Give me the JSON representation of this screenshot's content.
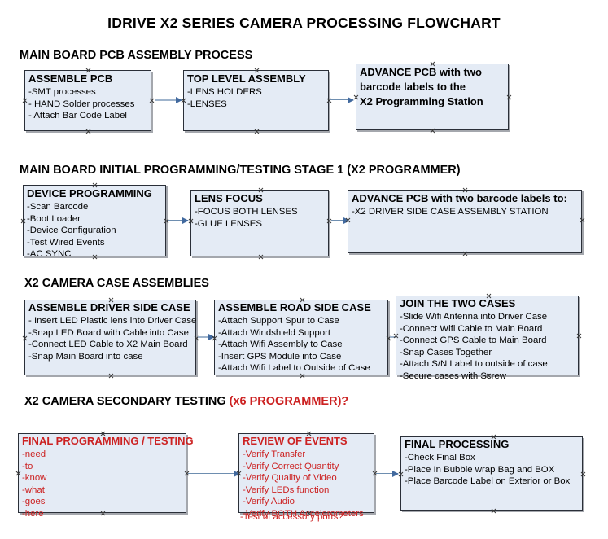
{
  "document": {
    "title": "IDRIVE X2  SERIES CAMERA PROCESSING FLOWCHART"
  },
  "sections": [
    {
      "id": "main-board-pcb-assembly",
      "heading": "MAIN BOARD PCB ASSEMBLY PROCESS",
      "heading_accent": "",
      "boxes": [
        {
          "id": "assemble-pcb",
          "title": "ASSEMBLE PCB",
          "lines": [
            "-SMT processes",
            "- HAND Solder processes",
            "- Attach Bar Code Label"
          ],
          "color": "black"
        },
        {
          "id": "top-level-assembly",
          "title": "TOP LEVEL ASSEMBLY",
          "lines": [
            "-LENS HOLDERS",
            "-LENSES"
          ],
          "color": "black"
        },
        {
          "id": "advance-pcb-programming-station",
          "title": "ADVANCE PCB with two",
          "lines": [
            "barcode labels to the",
            " X2 Programming Station"
          ],
          "color": "black"
        }
      ]
    },
    {
      "id": "initial-programming-testing",
      "heading": "MAIN BOARD INITIAL PROGRAMMING/TESTING STAGE 1 (X2 PROGRAMMER)",
      "heading_accent": "",
      "boxes": [
        {
          "id": "device-programming",
          "title": "DEVICE PROGRAMMING",
          "lines": [
            "-Scan Barcode",
            "-Boot Loader",
            "-Device Configuration",
            "-Test Wired Events",
            "-AC SYNC"
          ],
          "color": "black"
        },
        {
          "id": "lens-focus",
          "title": "LENS FOCUS",
          "lines": [
            "-FOCUS BOTH LENSES",
            "-GLUE LENSES"
          ],
          "color": "black"
        },
        {
          "id": "advance-pcb-driver-side",
          "title": "ADVANCE PCB with two barcode labels to:",
          "lines": [
            "-X2 DRIVER  SIDE  CASE  ASSEMBLY STATION"
          ],
          "color": "black"
        }
      ]
    },
    {
      "id": "camera-case-assemblies",
      "heading": "X2 CAMERA CASE ASSEMBLIES",
      "heading_accent": "",
      "boxes": [
        {
          "id": "assemble-driver-side-case",
          "title": "ASSEMBLE DRIVER SIDE CASE",
          "lines": [
            "- Insert LED Plastic lens into Driver Case",
            "-Snap LED Board with Cable into Case",
            "-Connect LED Cable to X2 Main Board",
            "-Snap Main Board into case"
          ],
          "color": "black"
        },
        {
          "id": "assemble-road-side-case",
          "title": "ASSEMBLE ROAD SIDE CASE",
          "lines": [
            "-Attach Support Spur to Case",
            "-Attach Windshield Support",
            "-Attach Wifi Assembly to Case",
            "-Insert GPS Module into Case",
            "-Attach Wifi Label to Outside of Case"
          ],
          "color": "black"
        },
        {
          "id": "join-the-two-cases",
          "title": "JOIN THE TWO CASES",
          "lines": [
            "-Slide Wifi Antenna into Driver Case",
            "-Connect Wifi Cable to Main Board",
            "-Connect GPS Cable to Main Board",
            "-Snap Cases Together",
            "-Attach S/N Label to outside of case",
            "-Secure cases with Screw"
          ],
          "color": "black"
        }
      ]
    },
    {
      "id": "secondary-testing",
      "heading": "X2 CAMERA SECONDARY TESTING ",
      "heading_accent": "(x6 PROGRAMMER)?",
      "boxes": [
        {
          "id": "final-programming-testing",
          "title": "FINAL PROGRAMMING / TESTING",
          "lines": [
            "-need",
            "-to",
            "-know",
            "-what",
            "-goes",
            "-here"
          ],
          "color": "red"
        },
        {
          "id": "review-of-events",
          "title": "REVIEW OF EVENTS",
          "lines": [
            "-Verify Transfer",
            "-Verify Correct Quantity",
            "-Verify Quality of Video",
            "-Verify LEDs function",
            "-Verify Audio",
            "-Verify BOTH Accelerometers"
          ],
          "overflow_line": "-Test of accessory ports?",
          "color": "red"
        },
        {
          "id": "final-processing",
          "title": "FINAL PROCESSING",
          "lines": [
            " -Check Final Box",
            "-Place In Bubble wrap Bag and BOX",
            "-Place Barcode Label on Exterior or Box"
          ],
          "color": "black"
        }
      ]
    }
  ],
  "colors": {
    "box_fill": "#e4ebf5",
    "box_border": "#2a2f38",
    "accent_red": "#cc2222",
    "connector": "#9fb4cc",
    "arrow_head": "#41699e"
  }
}
